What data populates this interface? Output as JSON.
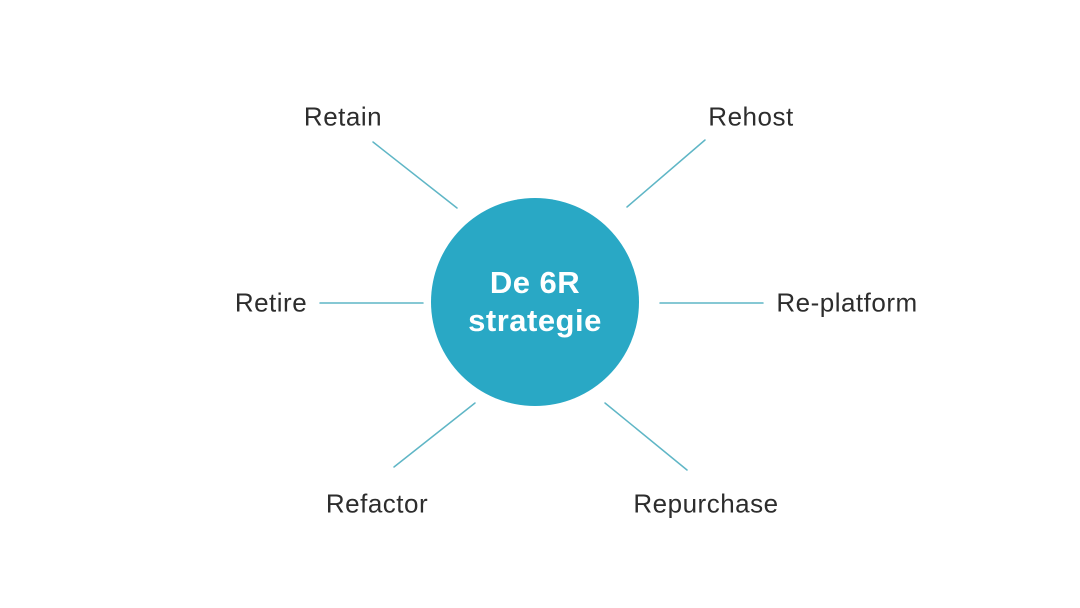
{
  "diagram": {
    "type": "radial-spoke-diagram",
    "center": {
      "label": "De 6R strategie"
    },
    "nodes": [
      {
        "id": "retain",
        "label": "Retain",
        "position": "top-left"
      },
      {
        "id": "rehost",
        "label": "Rehost",
        "position": "top-right"
      },
      {
        "id": "retire",
        "label": "Retire",
        "position": "left"
      },
      {
        "id": "replatform",
        "label": "Re-platform",
        "position": "right"
      },
      {
        "id": "refactor",
        "label": "Refactor",
        "position": "bottom-left"
      },
      {
        "id": "repurchase",
        "label": "Repurchase",
        "position": "bottom-right"
      }
    ]
  },
  "colors": {
    "background": "#ffffff",
    "circle_fill": "#29a8c5",
    "connector_line": "#5fb6c6",
    "label_text": "#2d2d2d",
    "center_text": "#ffffff"
  }
}
